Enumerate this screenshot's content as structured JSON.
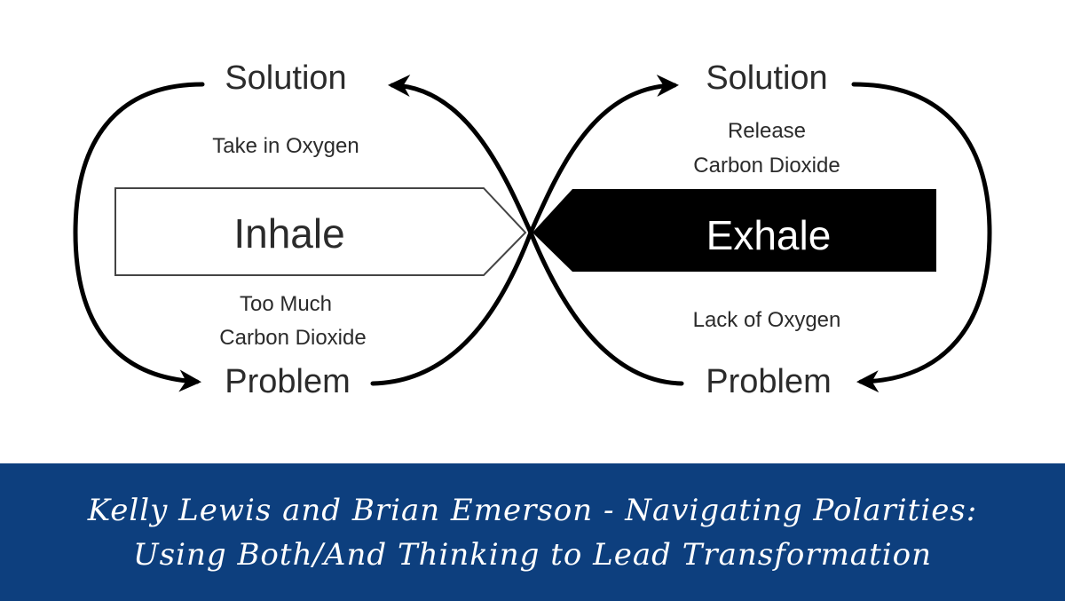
{
  "diagram": {
    "left": {
      "solution": "Solution",
      "solution_note": "Take in Oxygen",
      "pole": "Inhale",
      "problem_note_1": "Too Much",
      "problem_note_2": "Carbon Dioxide",
      "problem": "Problem"
    },
    "right": {
      "solution": "Solution",
      "solution_note_1": "Release",
      "solution_note_2": "Carbon Dioxide",
      "pole": "Exhale",
      "problem_note": "Lack of Oxygen",
      "problem": "Problem"
    },
    "colors": {
      "line": "#000000",
      "inhale_fill": "#ffffff",
      "exhale_fill": "#000000",
      "exhale_text": "#ffffff"
    }
  },
  "banner": {
    "title": "Kelly Lewis and Brian Emerson - Navigating Polarities: Using Both/And Thinking to Lead Transformation",
    "background": "#0d3f7e"
  }
}
